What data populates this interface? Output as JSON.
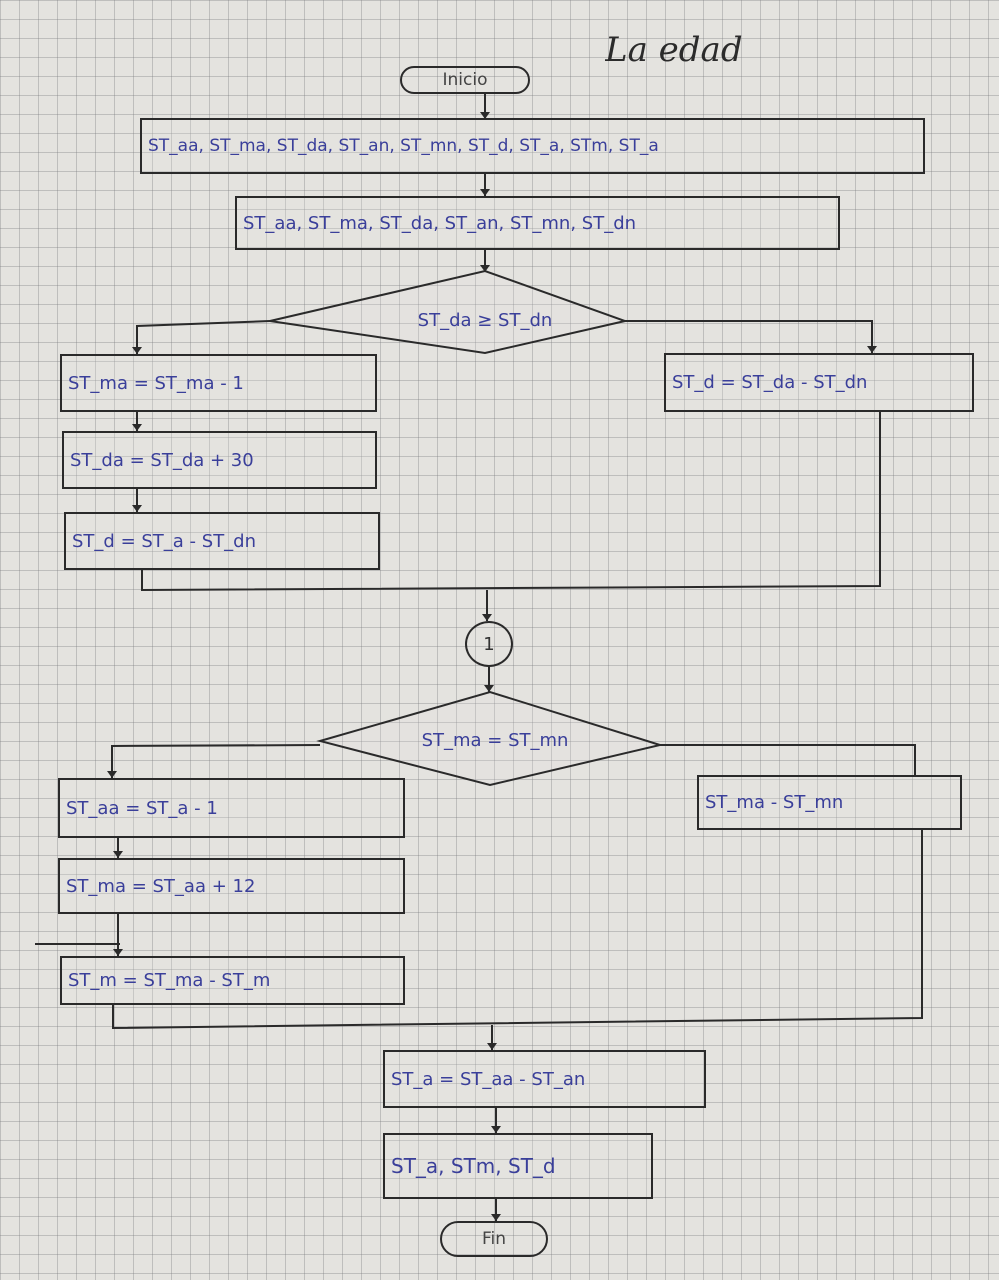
{
  "title": "La edad",
  "start_label": "Inicio",
  "end_label": "Fin",
  "declare_vars": "ST_aa, ST_ma, ST_da, ST_an, ST_mn, ST_d, ST_a, STm, ST_a",
  "input_vars": "ST_aa, ST_ma, ST_da, ST_an, ST_mn, ST_dn",
  "decision1": "ST_da ≥ ST_dn",
  "left1": [
    "ST_ma = ST_ma - 1",
    "ST_da = ST_da + 30",
    "ST_d = ST_a - ST_dn"
  ],
  "right1": "ST_d = ST_da - ST_dn",
  "connector": "1",
  "decision2": "ST_ma = ST_mn",
  "left2": [
    "ST_aa = ST_a - 1",
    "ST_ma = ST_aa + 12",
    "ST_m = ST_ma - ST_m"
  ],
  "right2": "ST_ma - ST_mn",
  "calc_age": "ST_a = ST_aa - ST_an",
  "output_vars": "ST_a, STm, ST_d"
}
